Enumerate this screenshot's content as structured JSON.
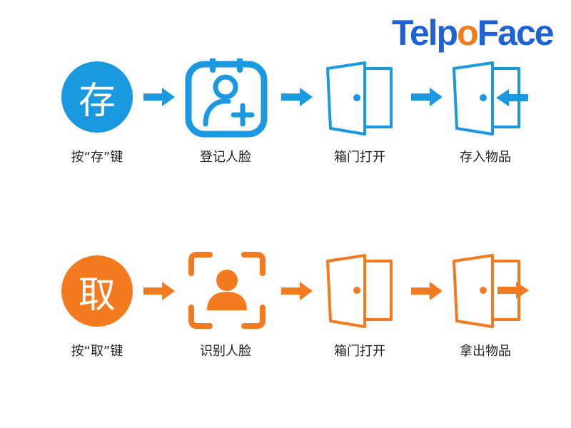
{
  "logo": {
    "part1": "Telp",
    "part2": "o",
    "part3": "Face"
  },
  "colors": {
    "blue": "#1a98e0",
    "orange": "#f47a1f",
    "logo_blue": "#1e63d6"
  },
  "store_row": {
    "start_char": "存",
    "steps": [
      "按“存”键",
      "登记人脸",
      "箱门打开",
      "存入物品"
    ],
    "icons": [
      "store-key-icon",
      "register-face-icon",
      "door-open-icon",
      "door-deposit-icon"
    ]
  },
  "retrieve_row": {
    "start_char": "取",
    "steps": [
      "按“取”键",
      "识别人脸",
      "箱门打开",
      "拿出物品"
    ],
    "icons": [
      "retrieve-key-icon",
      "recognize-face-icon",
      "door-open-icon",
      "door-withdraw-icon"
    ]
  }
}
